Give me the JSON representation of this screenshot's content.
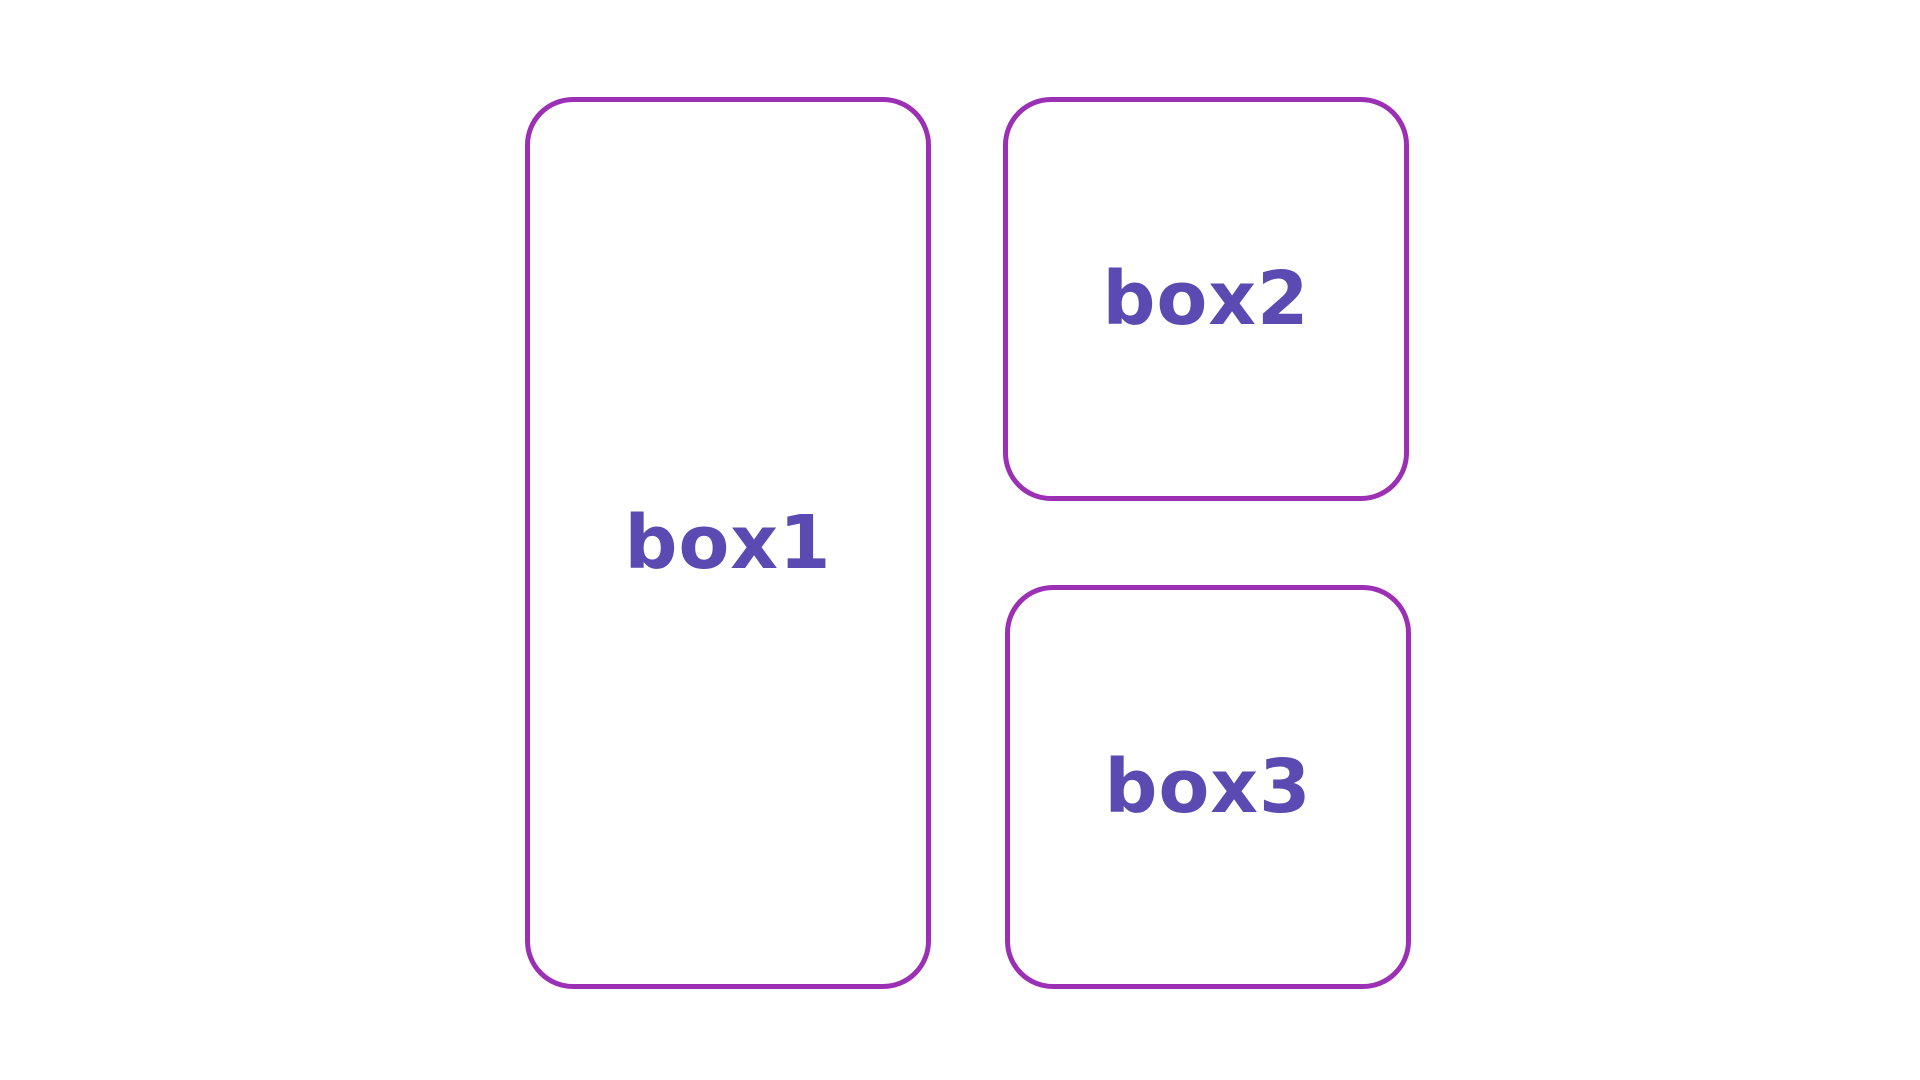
{
  "colors": {
    "border": "#9b30b5",
    "label": "#5a4ab1",
    "background": "#ffffff"
  },
  "boxes": [
    {
      "label": "box1"
    },
    {
      "label": "box2"
    },
    {
      "label": "box3"
    }
  ]
}
